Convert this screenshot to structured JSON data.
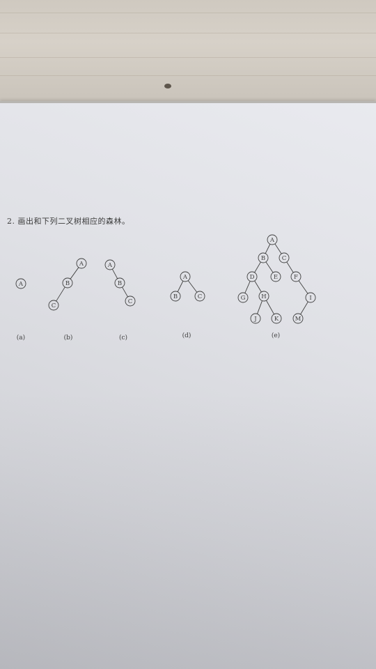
{
  "question": "2. 画出和下列二叉树相应的森林。",
  "trees": [
    {
      "caption": "(a)",
      "nodes": [
        {
          "label": "A"
        }
      ]
    },
    {
      "caption": "(b)",
      "nodes": [
        {
          "label": "A"
        },
        {
          "label": "B"
        },
        {
          "label": "C"
        }
      ]
    },
    {
      "caption": "(c)",
      "nodes": [
        {
          "label": "A"
        },
        {
          "label": "B"
        },
        {
          "label": "C"
        }
      ]
    },
    {
      "caption": "(d)",
      "nodes": [
        {
          "label": "A"
        },
        {
          "label": "B"
        },
        {
          "label": "C"
        }
      ]
    },
    {
      "caption": "(e)",
      "nodes": [
        {
          "label": "A"
        },
        {
          "label": "B"
        },
        {
          "label": "C"
        },
        {
          "label": "D"
        },
        {
          "label": "E"
        },
        {
          "label": "F"
        },
        {
          "label": "G"
        },
        {
          "label": "H"
        },
        {
          "label": "I"
        },
        {
          "label": "J"
        },
        {
          "label": "K"
        },
        {
          "label": "M"
        }
      ]
    }
  ],
  "colors": {
    "ink": "#3f3f3f",
    "paper": "#e3e4e9",
    "desk": "#d2ccc3"
  }
}
